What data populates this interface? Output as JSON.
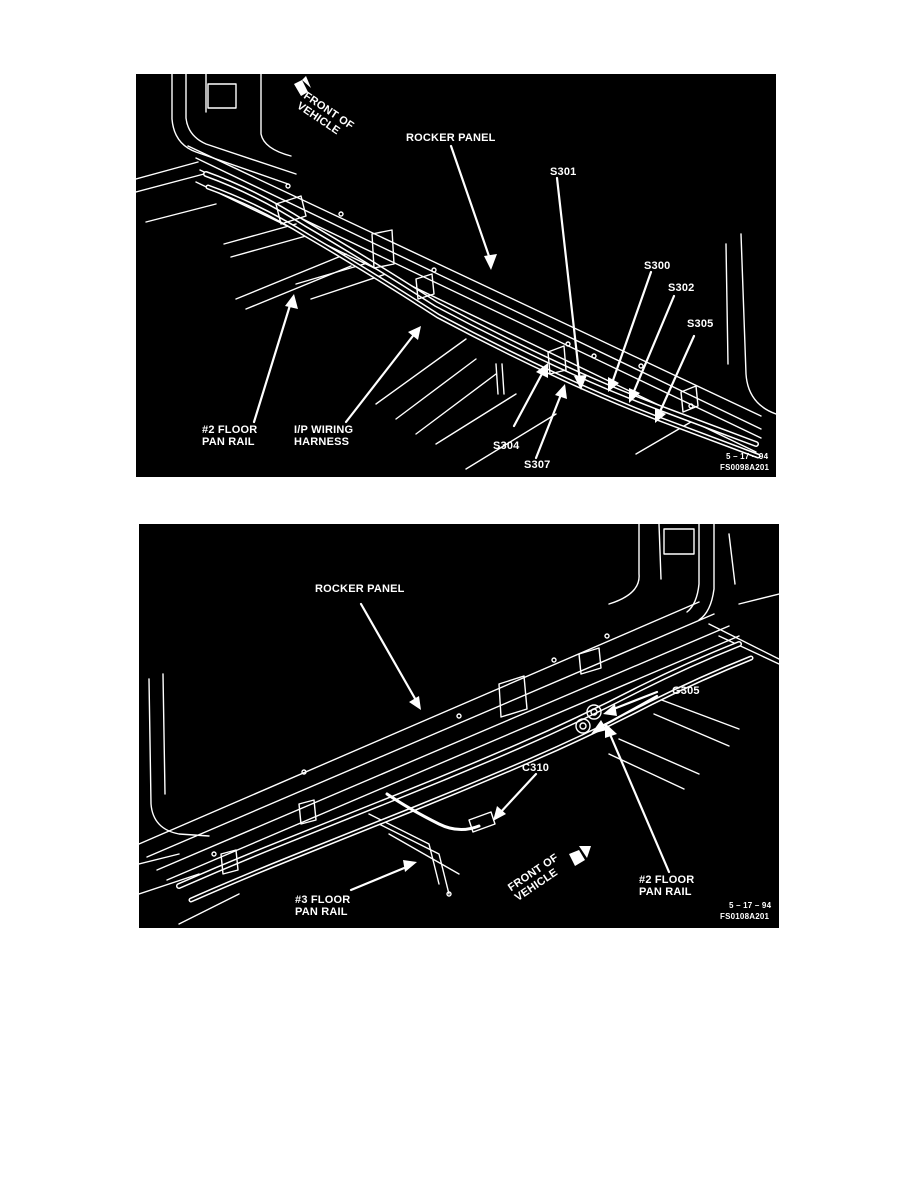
{
  "figure1": {
    "front_of_vehicle": [
      "FRONT OF",
      "VEHICLE"
    ],
    "rocker_panel": "ROCKER PANEL",
    "s301": "S301",
    "s300": "S300",
    "s302": "S302",
    "s305": "S305",
    "floor_pan_rail": [
      "#2 FLOOR",
      "PAN RAIL"
    ],
    "ip_wiring_harness": [
      "I/P WIRING",
      "HARNESS"
    ],
    "s304": "S304",
    "s307": "S307",
    "date": "5 – 17 – 94",
    "code": "FS0098A201"
  },
  "figure2": {
    "rocker_panel": "ROCKER PANEL",
    "g305": "G305",
    "c310": "C310",
    "front_of_vehicle": [
      "FRONT OF",
      "VEHICLE"
    ],
    "floor2_pan_rail": [
      "#2 FLOOR",
      "PAN RAIL"
    ],
    "floor3_pan_rail": [
      "#3 FLOOR",
      "PAN RAIL"
    ],
    "date": "5 – 17 – 94",
    "code": "FS0108A201"
  }
}
